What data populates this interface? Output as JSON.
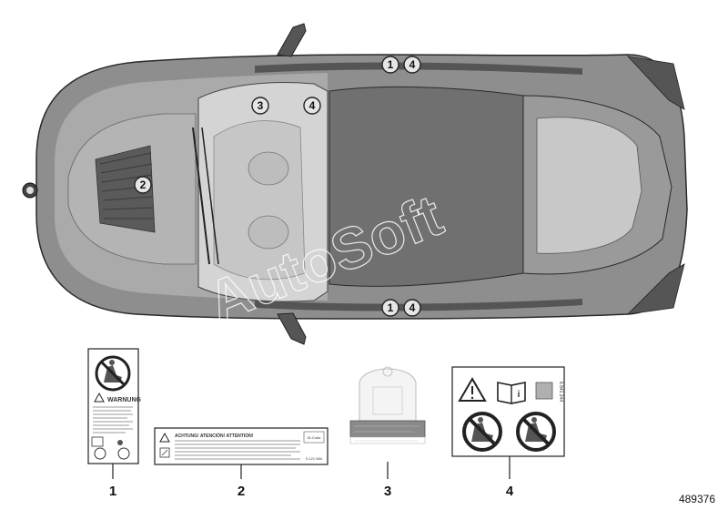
{
  "diagram": {
    "document_number": "489376",
    "watermark": "AutoSoft",
    "callouts": [
      {
        "id": "c1a",
        "text": "1"
      },
      {
        "id": "c4a",
        "text": "4"
      },
      {
        "id": "c3",
        "text": "3"
      },
      {
        "id": "c4b",
        "text": "4"
      },
      {
        "id": "c2",
        "text": "2"
      },
      {
        "id": "c1b",
        "text": "1"
      },
      {
        "id": "c4c",
        "text": "4"
      }
    ],
    "parts": [
      {
        "number": "1"
      },
      {
        "number": "2"
      },
      {
        "number": "3"
      },
      {
        "number": "4"
      }
    ],
    "label1": {
      "warning": "WARNUNG"
    },
    "label2": {
      "heading": "ACHTUNG!  ATENCIÓN!  ATTENTION!",
      "badge": "ID-Code",
      "code": "5 121 584"
    },
    "label4": {
      "code": "6 841 244"
    }
  }
}
